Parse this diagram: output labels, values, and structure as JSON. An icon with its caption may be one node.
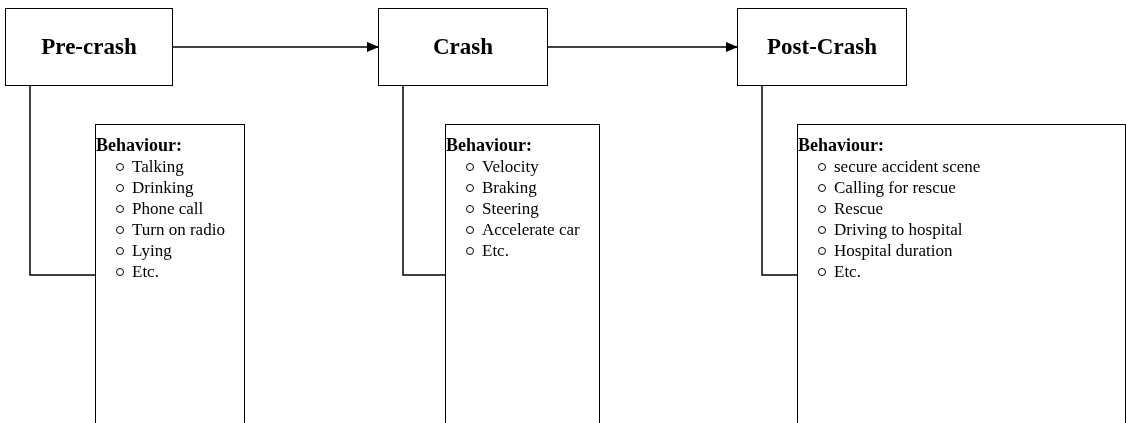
{
  "diagram": {
    "nodes": [
      {
        "text": [
          "Pre-crash"
        ]
      },
      {
        "text": [
          "Crash"
        ]
      },
      {
        "text": [
          "Post-Crash"
        ]
      },
      {
        "text": [
          "Behaviour:",
          "Talking",
          "Drinking",
          "Phone call",
          "Turn on radio",
          "Lying",
          "Etc."
        ]
      },
      {
        "text": [
          "Behaviour:",
          "Velocity",
          "Braking",
          "Steering",
          "Accelerate car",
          "Etc."
        ]
      },
      {
        "text": [
          "Behaviour:",
          "secure accident scene",
          "Calling for rescue",
          "Rescue",
          "Driving to hospital",
          "Hospital duration",
          "Etc."
        ]
      }
    ],
    "edges": [
      {
        "from": 0,
        "to": 1,
        "arrow": "to"
      },
      {
        "from": 1,
        "to": 2,
        "arrow": "to"
      },
      {
        "from": 0,
        "to": 3,
        "arrow": "none"
      },
      {
        "from": 1,
        "to": 4,
        "arrow": "none"
      },
      {
        "from": 2,
        "to": 5,
        "arrow": "none"
      }
    ]
  }
}
